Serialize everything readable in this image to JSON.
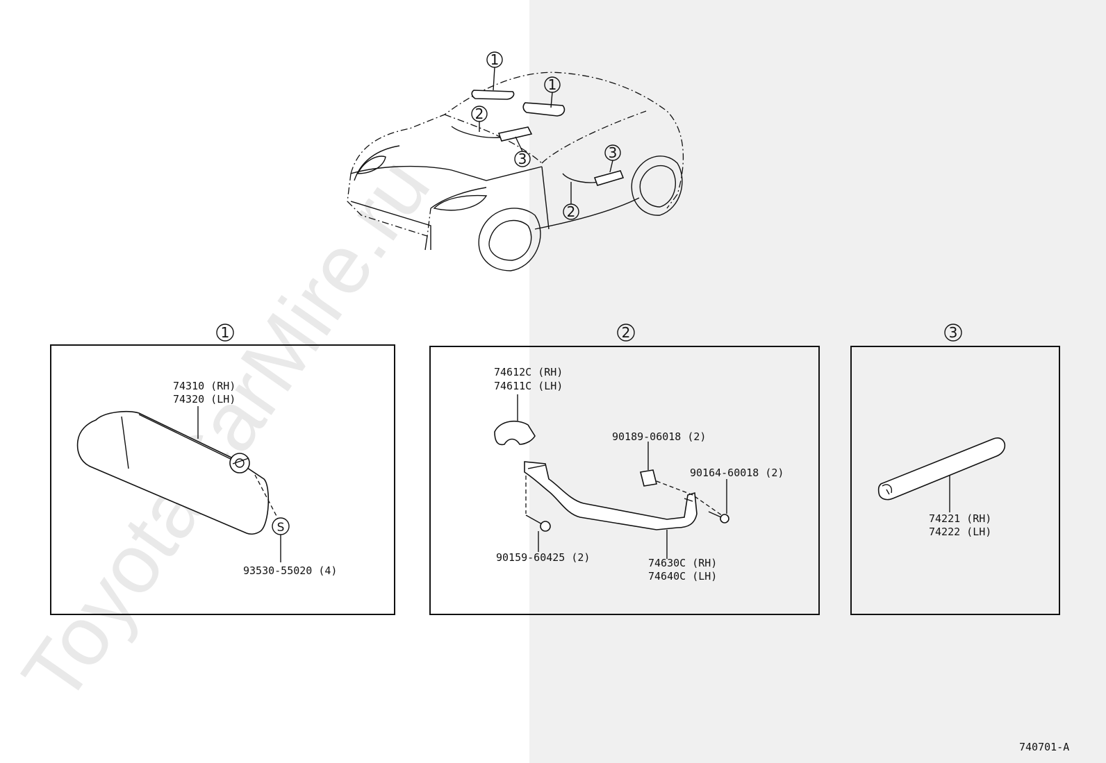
{
  "watermark": "ToyotaCarMire.ru",
  "overview": {
    "callouts": [
      "1",
      "1",
      "2",
      "2",
      "3",
      "3"
    ]
  },
  "panels": [
    {
      "number": "1",
      "labels": {
        "visor_rh": "74310 (RH)",
        "visor_lh": "74320 (LH)",
        "screw_marker": "S",
        "screw": "93530-55020 (4)"
      }
    },
    {
      "number": "2",
      "labels": {
        "cover_rh": "74612C (RH)",
        "cover_lh": "74611C (LH)",
        "clip": "90189-06018 (2)",
        "screw_a": "90164-60018 (2)",
        "bolt": "90159-60425 (2)",
        "grip_rh": "74630C (RH)",
        "grip_lh": "74640C (LH)"
      }
    },
    {
      "number": "3",
      "labels": {
        "trim_rh": "74221 (RH)",
        "trim_lh": "74222 (LH)"
      }
    }
  ],
  "diagram_code": "740701-A"
}
